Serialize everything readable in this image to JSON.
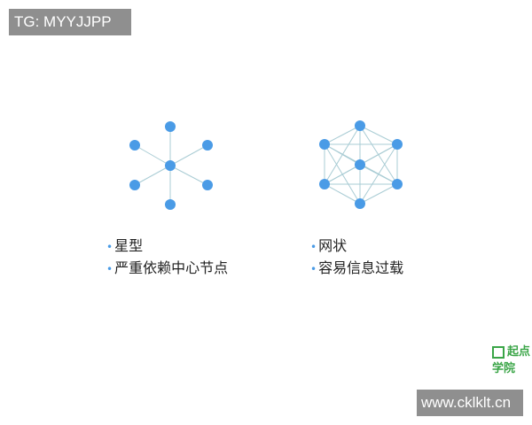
{
  "watermark_top": "TG: MYYJJPP",
  "watermark_bottom": "www.cklklt.cn",
  "star": {
    "items": [
      "星型",
      "严重依赖中心节点"
    ]
  },
  "mesh": {
    "items": [
      "网状",
      "容易信息过载"
    ]
  },
  "logo": "起点学院",
  "colors": {
    "node": "#4a9be6",
    "edge": "#a9ccd4",
    "logo": "#3aa547"
  }
}
